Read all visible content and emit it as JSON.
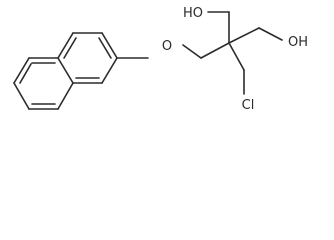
{
  "structure": {
    "atoms": {
      "hydroxyl_left": "HO",
      "hydroxyl_right": "OH",
      "ether_oxygen": "O",
      "chlorine": "Cl"
    }
  }
}
